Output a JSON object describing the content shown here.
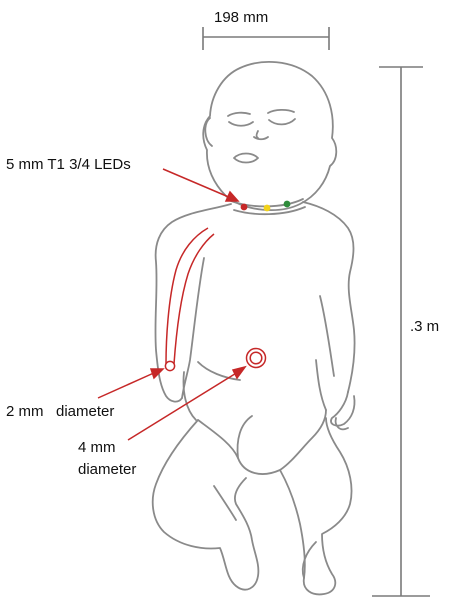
{
  "labels": {
    "width_dimension": "198 mm",
    "height_dimension": ".3 m",
    "leds": "5 mm T1 3/4 LEDs",
    "tube_size": "2 mm",
    "tube_unit": "diameter",
    "port_size": "4 mm",
    "port_unit": "diameter"
  },
  "colors": {
    "outline": "#8a8a8a",
    "annotation": "#c62828",
    "led_red": "#c62828",
    "led_yellow": "#f2d21b",
    "led_green": "#2e8b3a"
  }
}
